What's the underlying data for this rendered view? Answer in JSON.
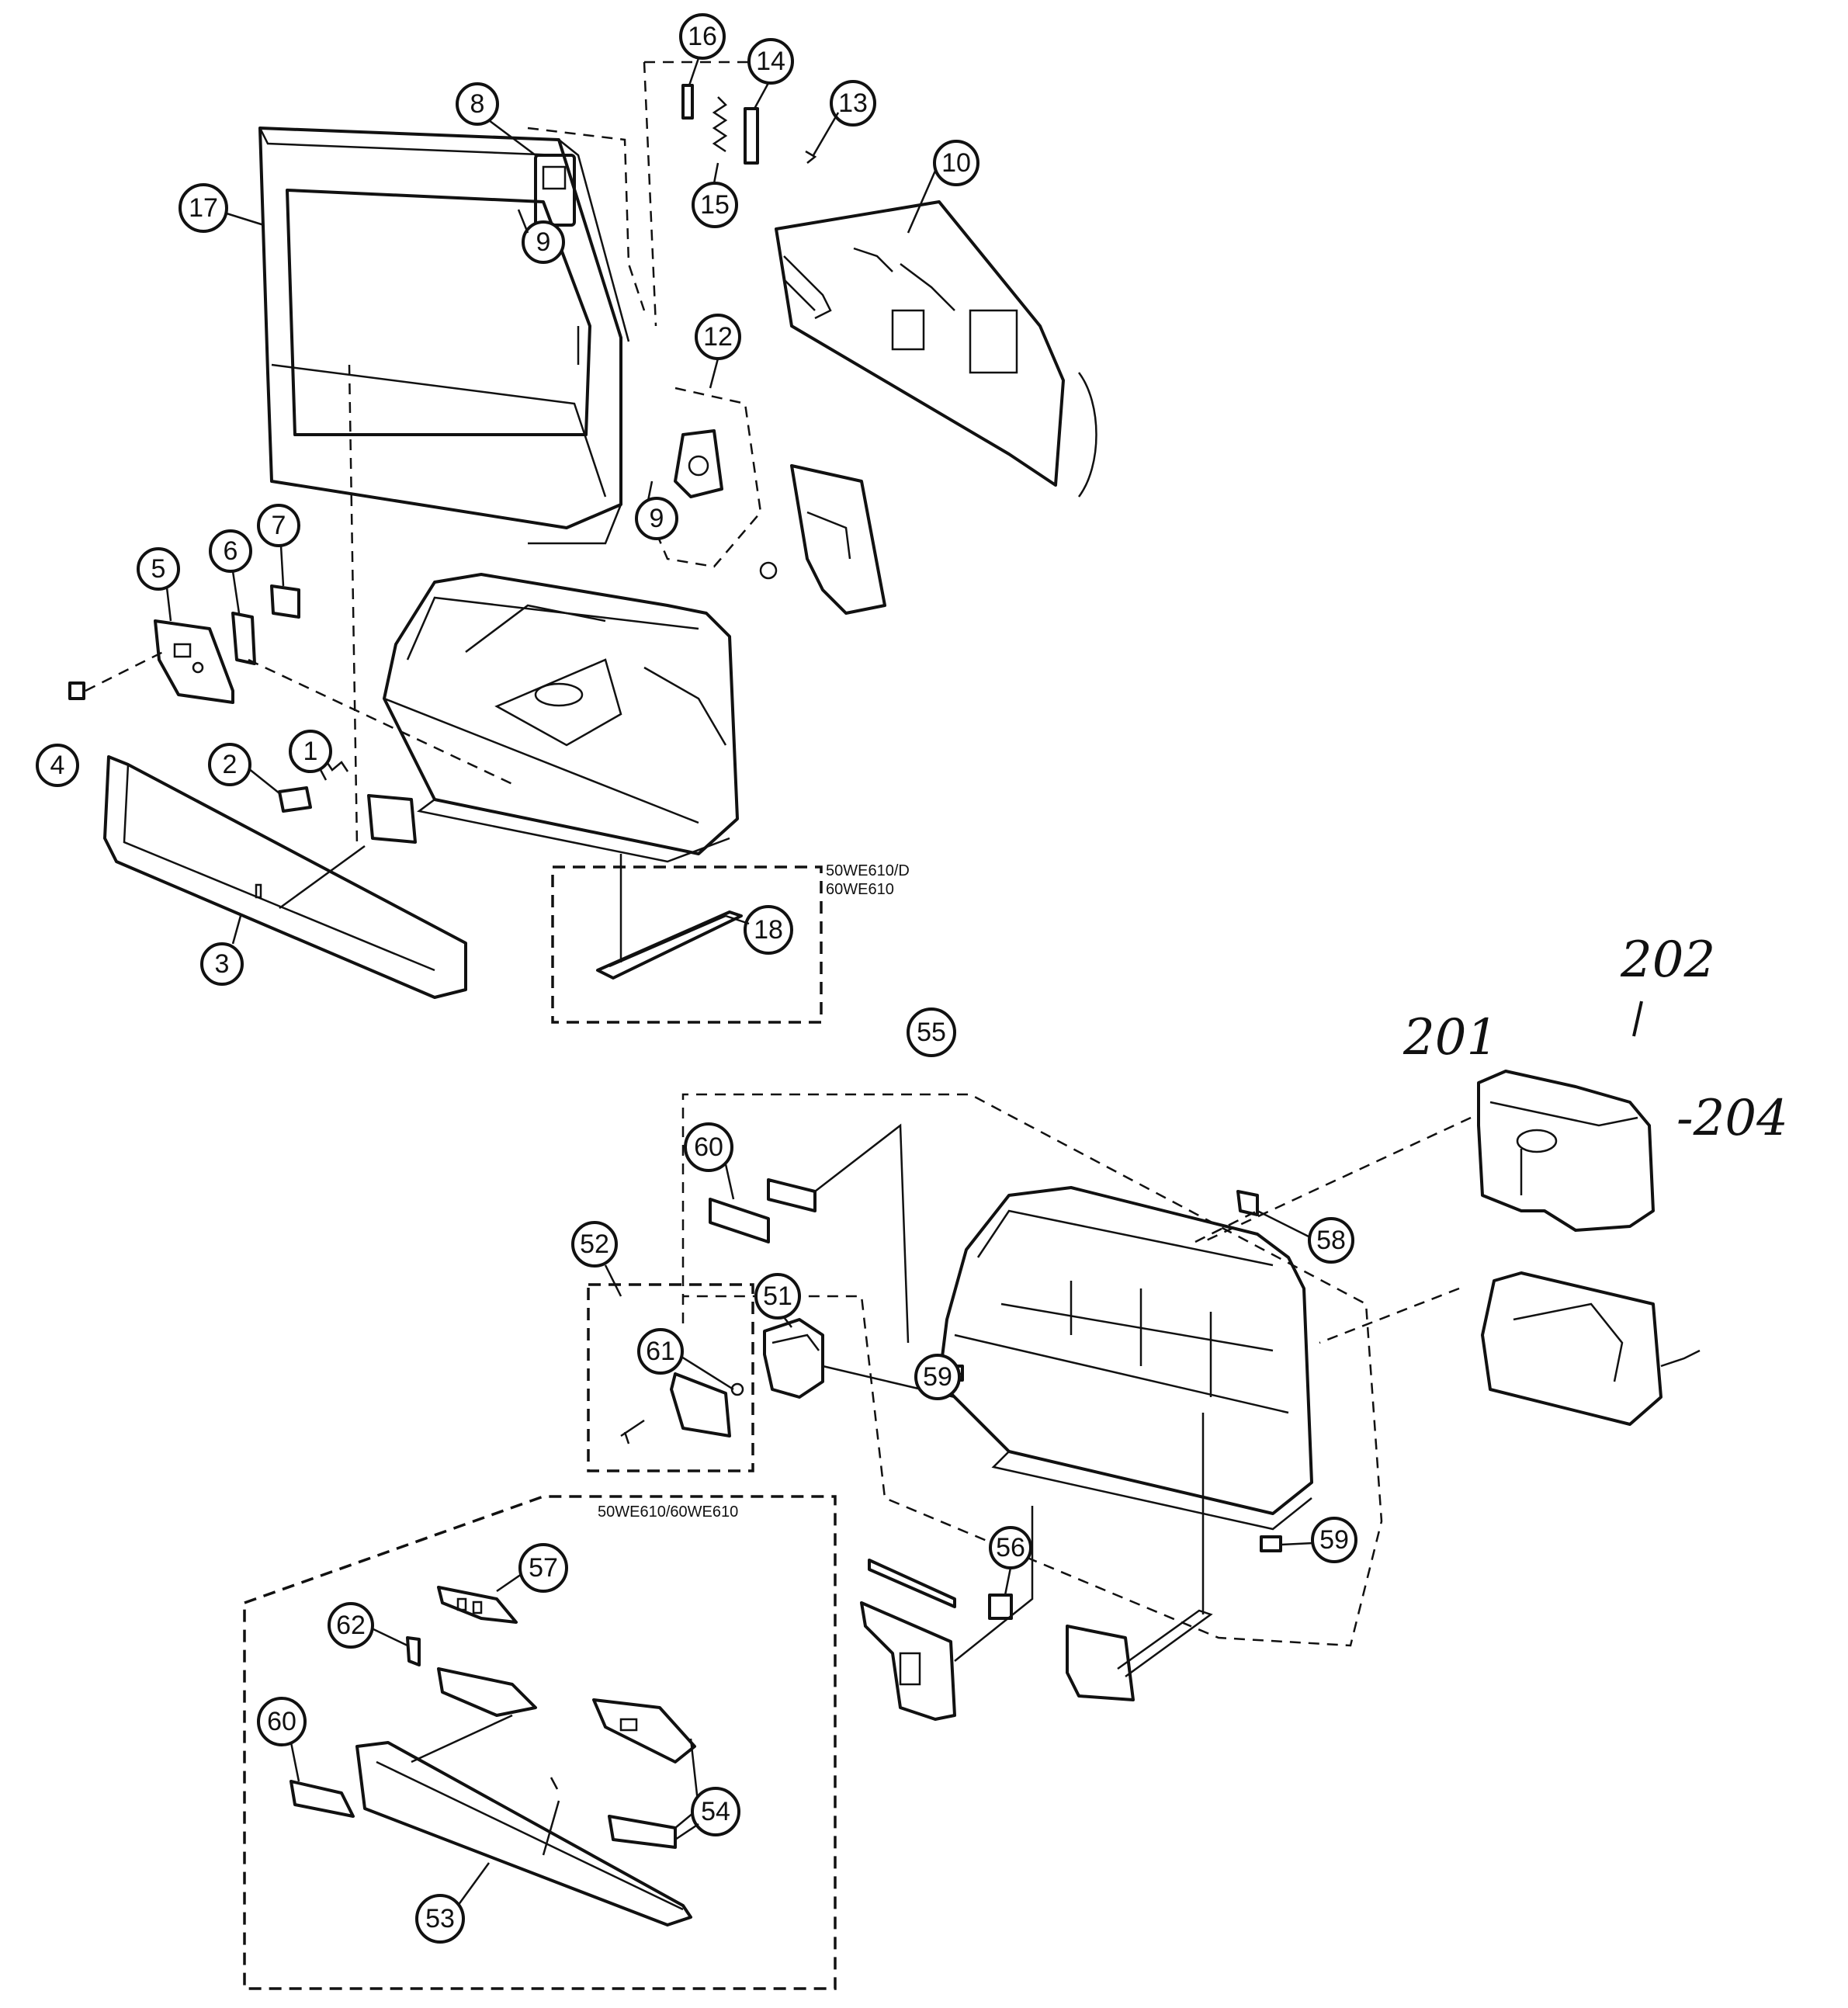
{
  "callouts": [
    {
      "id": "c1",
      "label": "1"
    },
    {
      "id": "c2",
      "label": "2"
    },
    {
      "id": "c3",
      "label": "3"
    },
    {
      "id": "c4",
      "label": "4"
    },
    {
      "id": "c5",
      "label": "5"
    },
    {
      "id": "c6",
      "label": "6"
    },
    {
      "id": "c7",
      "label": "7"
    },
    {
      "id": "c8",
      "label": "8"
    },
    {
      "id": "c9a",
      "label": "9"
    },
    {
      "id": "c9b",
      "label": "9"
    },
    {
      "id": "c10",
      "label": "10"
    },
    {
      "id": "c12",
      "label": "12"
    },
    {
      "id": "c13",
      "label": "13"
    },
    {
      "id": "c14",
      "label": "14"
    },
    {
      "id": "c15",
      "label": "15"
    },
    {
      "id": "c16",
      "label": "16"
    },
    {
      "id": "c17",
      "label": "17"
    },
    {
      "id": "c18",
      "label": "18"
    },
    {
      "id": "c51",
      "label": "51"
    },
    {
      "id": "c52",
      "label": "52"
    },
    {
      "id": "c53",
      "label": "53"
    },
    {
      "id": "c54",
      "label": "54"
    },
    {
      "id": "c55",
      "label": "55"
    },
    {
      "id": "c56",
      "label": "56"
    },
    {
      "id": "c57",
      "label": "57"
    },
    {
      "id": "c58",
      "label": "58"
    },
    {
      "id": "c59a",
      "label": "59"
    },
    {
      "id": "c59b",
      "label": "59"
    },
    {
      "id": "c60a",
      "label": "60"
    },
    {
      "id": "c60b",
      "label": "60"
    },
    {
      "id": "c61",
      "label": "61"
    },
    {
      "id": "c62",
      "label": "62"
    }
  ],
  "model_notes": {
    "box18_line1": "50WE610/D",
    "box18_line2": "60WE610",
    "box53_line1": "50WE610/60WE610"
  },
  "handwritten": {
    "label201": "201",
    "label202": "202",
    "label204": "-204"
  }
}
